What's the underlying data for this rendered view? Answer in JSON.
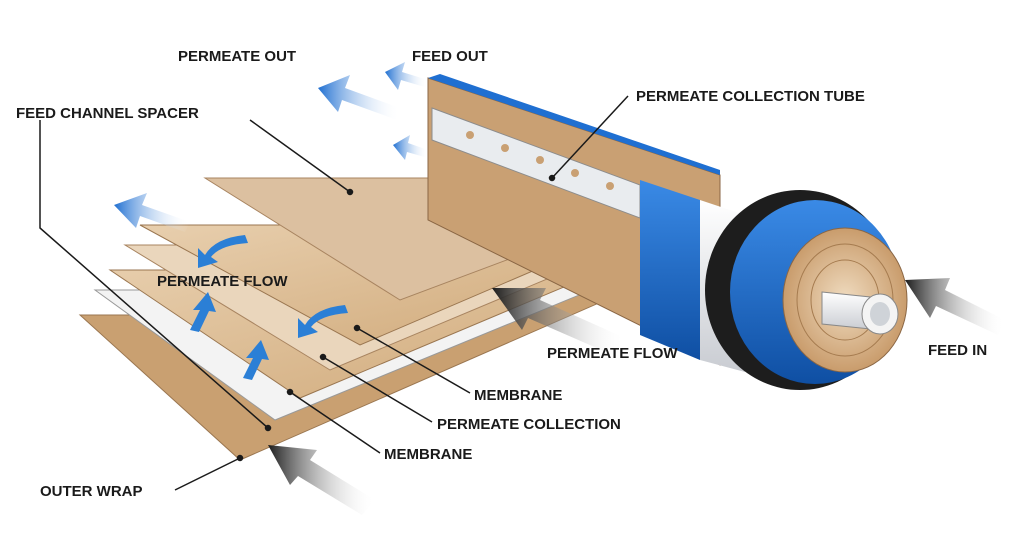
{
  "labels": {
    "permeate_out": "PERMEATE OUT",
    "feed_out": "FEED OUT",
    "feed_channel_spacer": "FEED CHANNEL SPACER",
    "permeate_collection_tube": "PERMEATE COLLECTION TUBE",
    "permeate_flow_left": "PERMEATE FLOW",
    "permeate_flow_center": "PERMEATE FLOW",
    "feed_in": "FEED IN",
    "membrane_upper": "MEMBRANE",
    "permeate_collection": "PERMEATE COLLECTION",
    "membrane_lower": "MEMBRANE",
    "outer_wrap": "OUTER WRAP"
  },
  "colors": {
    "sheet": "#d6b48d",
    "sheet_light": "#e4c9a6",
    "tube_blue": "#1f6fd1",
    "arrow_blue": "#2b7fd6",
    "arrow_dark": "#1c1c1c"
  }
}
